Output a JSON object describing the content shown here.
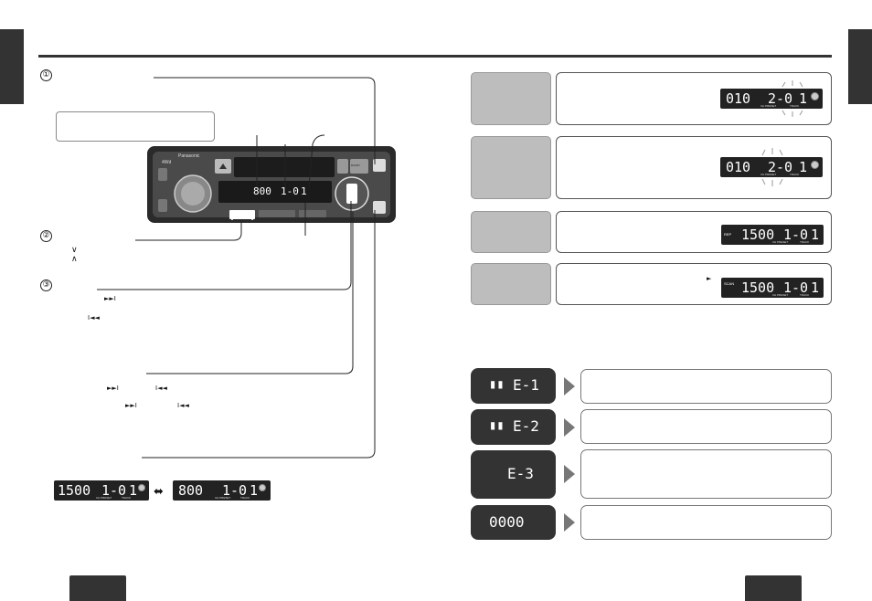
{
  "unit": {
    "brand": "Panasonic",
    "button_4wd": "4Wd",
    "button_dolby": "DOLBY",
    "display": {
      "time": "800",
      "tape": "1-0",
      "track": "1"
    }
  },
  "callouts": {
    "n1": "①",
    "n2": "②",
    "n3": "③"
  },
  "symbols": {
    "up": "∨",
    "down": "∧",
    "ff": "►►I",
    "rew": "I◄◄",
    "ff2": "►►I",
    "rew2": "I◄◄",
    "ff3": "►►I",
    "rew3": "I◄◄",
    "swap": "⬌",
    "play_arrow": "►"
  },
  "bottom_displays": [
    {
      "digits": "1500",
      "tape": "1-0",
      "track": "1",
      "sub_a": "CH PRESET",
      "sub_b": "TRACK"
    },
    {
      "digits": "800",
      "tape": "1-0",
      "track": "1",
      "sub_a": "CH PRESET",
      "sub_b": "TRACK"
    }
  ],
  "right_displays": [
    {
      "digits": "010",
      "tape": "2-0",
      "track": "1",
      "sub_a": "CH PRESET",
      "sub_b": "TRACK"
    },
    {
      "digits": "010",
      "tape": "2-0",
      "track": "1",
      "sub_a": "CH PRESET",
      "sub_b": "TRACK"
    },
    {
      "badge": "REP",
      "digits": "1500",
      "tape": "1-0",
      "track": "1",
      "sub_a": "CH PRESET",
      "sub_b": "TRACK"
    },
    {
      "badge": "SCAN",
      "digits": "1500",
      "tape": "1-0",
      "track": "1",
      "sub_a": "CH PRESET",
      "sub_b": "TRACK"
    }
  ],
  "error_codes": [
    {
      "icon": "▮▮",
      "code": "E-1"
    },
    {
      "icon": "▮▮",
      "code": "E-2"
    },
    {
      "icon": "",
      "code": "E-3"
    },
    {
      "icon": "",
      "code": "0000"
    }
  ]
}
